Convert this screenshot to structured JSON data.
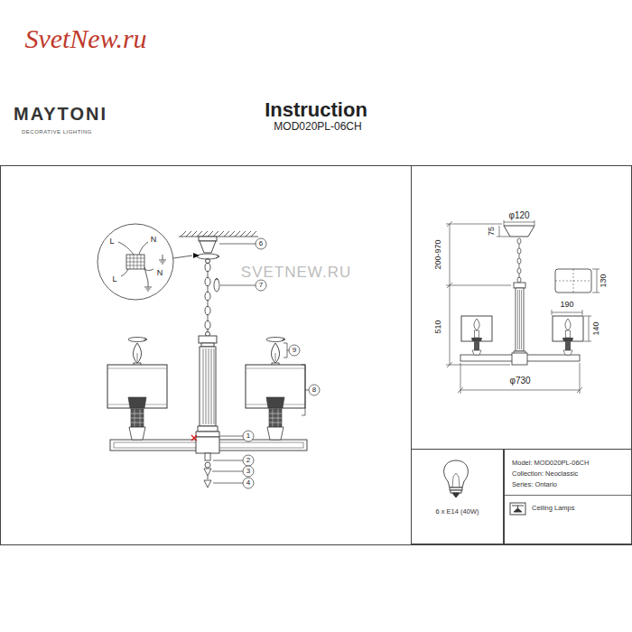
{
  "diagram": {
    "title": "Instruction",
    "nodes": [
      {
        "text": [
          "6 x E14 (40W)"
        ]
      },
      {
        "text": [
          "Model: MOD020PL-06CH",
          "Collection: Neoclassic",
          "Series: Ontario",
          "Ceiling Lamps"
        ]
      }
    ],
    "labels": [
      "SvetNew.ru",
      "MAYTONI",
      "DECORATIVE LIGHTING",
      "MOD020PL-06CH",
      "SVETNEW.RU",
      "L",
      "N",
      "N",
      "L",
      "6",
      "7",
      "9",
      "8",
      "1",
      "2",
      "3",
      "4",
      "φ120",
      "75",
      "200-970",
      "510",
      "130",
      "190",
      "140",
      "φ730"
    ]
  }
}
